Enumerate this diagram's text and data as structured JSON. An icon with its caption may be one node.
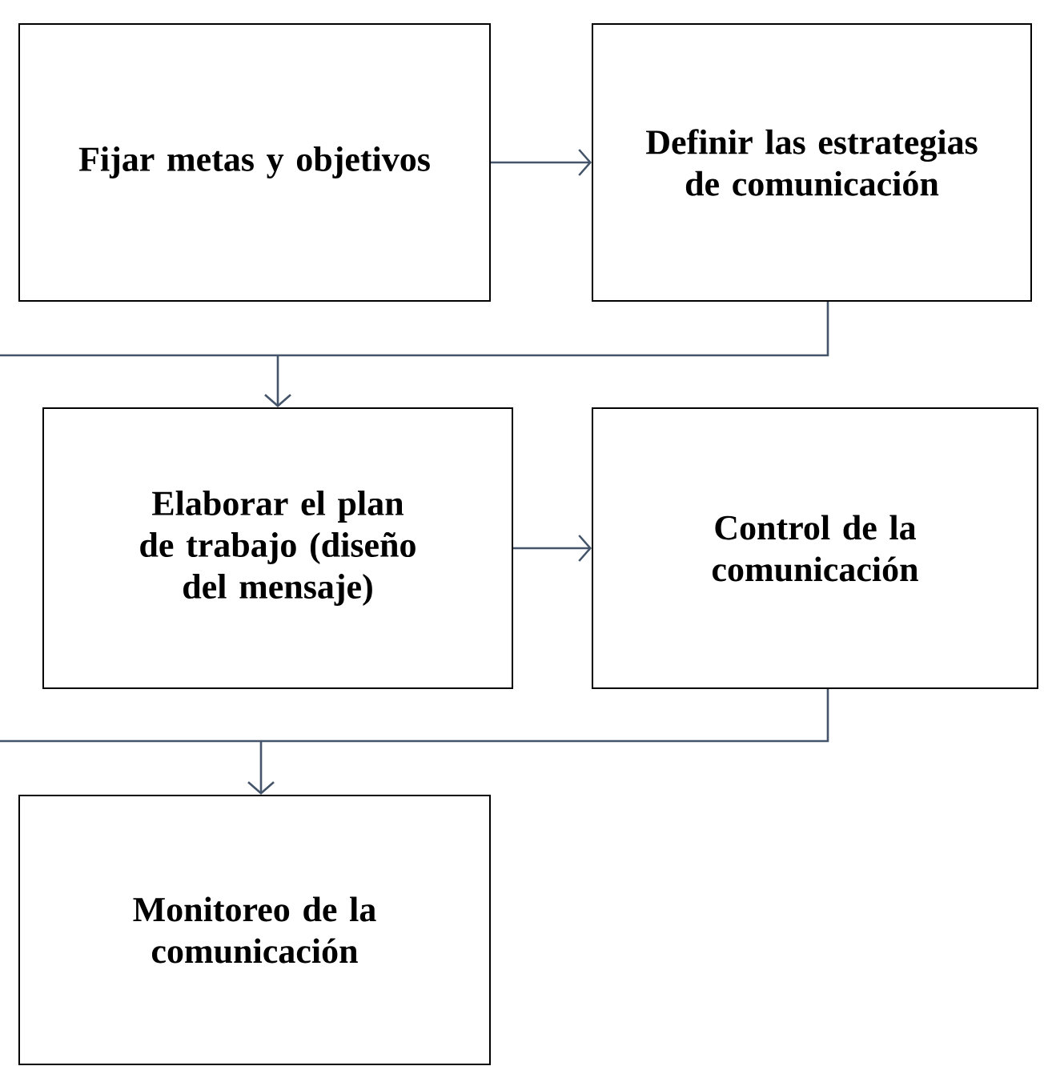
{
  "diagram": {
    "nodes": [
      {
        "text": [
          "Fijar metas y objetivos"
        ]
      },
      {
        "text": [
          "Definir las estrategias de comunicación"
        ]
      },
      {
        "text": [
          "Elaborar el plan de trabajo (diseño del mensaje)"
        ]
      },
      {
        "text": [
          "Control de la comunicación"
        ]
      },
      {
        "text": [
          "Monitoreo de la comunicación"
        ]
      }
    ],
    "edges": [
      {
        "from": 0,
        "to": 1,
        "arrow": "to"
      },
      {
        "from": 1,
        "to": 2,
        "arrow": "to"
      },
      {
        "from": 2,
        "to": 3,
        "arrow": "to"
      },
      {
        "from": 3,
        "to": 4,
        "arrow": "to"
      }
    ]
  }
}
